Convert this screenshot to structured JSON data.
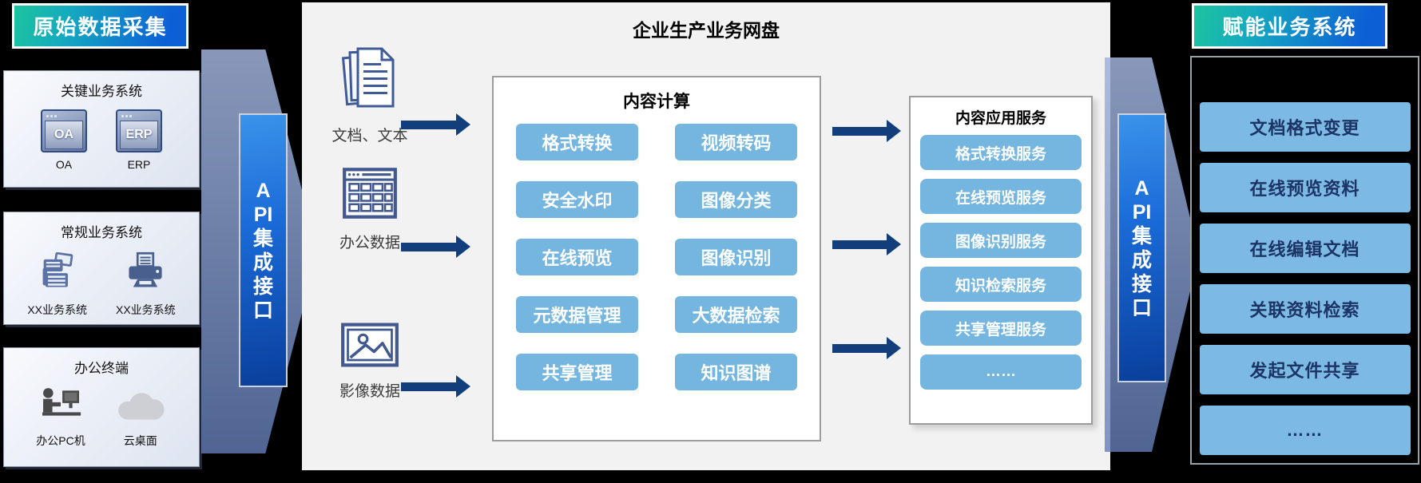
{
  "colors": {
    "header_gradient_start": "#1cc49e",
    "header_gradient_end": "#0d5fd6",
    "api_bar_top": "#3b93ea",
    "api_bar_bottom": "#0a3f9c",
    "light_blue_button": "#74b6e0",
    "right_button_blue": "#7cbae3",
    "right_button_text": "#1c3366",
    "arrow_navy": "#123e7c"
  },
  "left_panel": {
    "header": "原始数据采集",
    "groups": [
      {
        "title": "关键业务系统",
        "items": [
          {
            "icon": "oa-window-icon",
            "label": "OA"
          },
          {
            "icon": "erp-window-icon",
            "label": "ERP"
          }
        ]
      },
      {
        "title": "常规业务系统",
        "items": [
          {
            "icon": "copier-icon",
            "label": "XX业务系统"
          },
          {
            "icon": "printer-icon",
            "label": "XX业务系统"
          }
        ]
      },
      {
        "title": "办公终端",
        "items": [
          {
            "icon": "workstation-icon",
            "label": "办公PC机"
          },
          {
            "icon": "cloud-icon",
            "label": "云桌面"
          }
        ]
      }
    ]
  },
  "api_interface": {
    "label": "API集成接口",
    "lines": [
      "A",
      "PI",
      "集",
      "成",
      "接",
      "口"
    ]
  },
  "center_panel": {
    "title": "企业生产业务网盘",
    "sources": [
      {
        "icon": "documents-icon",
        "label": "文档、文本"
      },
      {
        "icon": "spreadsheet-icon",
        "label": "办公数据"
      },
      {
        "icon": "image-icon",
        "label": "影像数据"
      }
    ],
    "compute_box": {
      "title": "内容计算",
      "buttons": [
        "格式转换",
        "视频转码",
        "安全水印",
        "图像分类",
        "在线预览",
        "图像识别",
        "元数据管理",
        "大数据检索",
        "共享管理",
        "知识图谱"
      ]
    },
    "service_box": {
      "title": "内容应用服务",
      "buttons": [
        "格式转换服务",
        "在线预览服务",
        "图像识别服务",
        "知识检索服务",
        "共享管理服务",
        "……"
      ]
    }
  },
  "right_panel": {
    "header": "赋能业务系统",
    "buttons": [
      "文档格式变更",
      "在线预览资料",
      "在线编辑文档",
      "关联资料检索",
      "发起文件共享",
      "……"
    ]
  }
}
